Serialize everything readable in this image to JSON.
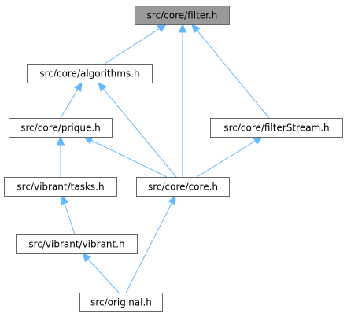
{
  "graph": {
    "nodes": [
      {
        "id": "filter",
        "label": "src/core/filter.h",
        "highlighted": true
      },
      {
        "id": "algorithms",
        "label": "src/core/algorithms.h"
      },
      {
        "id": "prique",
        "label": "src/core/prique.h"
      },
      {
        "id": "filterStream",
        "label": "src/core/filterStream.h"
      },
      {
        "id": "tasks",
        "label": "src/vibrant/tasks.h"
      },
      {
        "id": "core",
        "label": "src/core/core.h"
      },
      {
        "id": "vibrant",
        "label": "src/vibrant/vibrant.h"
      },
      {
        "id": "original",
        "label": "src/original.h"
      }
    ],
    "edges": [
      {
        "from": "algorithms",
        "to": "filter"
      },
      {
        "from": "core",
        "to": "filter"
      },
      {
        "from": "filterStream",
        "to": "filter"
      },
      {
        "from": "prique",
        "to": "algorithms"
      },
      {
        "from": "core",
        "to": "algorithms"
      },
      {
        "from": "tasks",
        "to": "prique"
      },
      {
        "from": "core",
        "to": "prique"
      },
      {
        "from": "core",
        "to": "filterStream"
      },
      {
        "from": "vibrant",
        "to": "tasks"
      },
      {
        "from": "original",
        "to": "core"
      },
      {
        "from": "original",
        "to": "vibrant"
      }
    ],
    "colors": {
      "edge": "#63b8ff",
      "node_border": "#666666",
      "node_fill": "#ffffff",
      "highlight_fill": "#999999",
      "text": "#000000"
    }
  }
}
